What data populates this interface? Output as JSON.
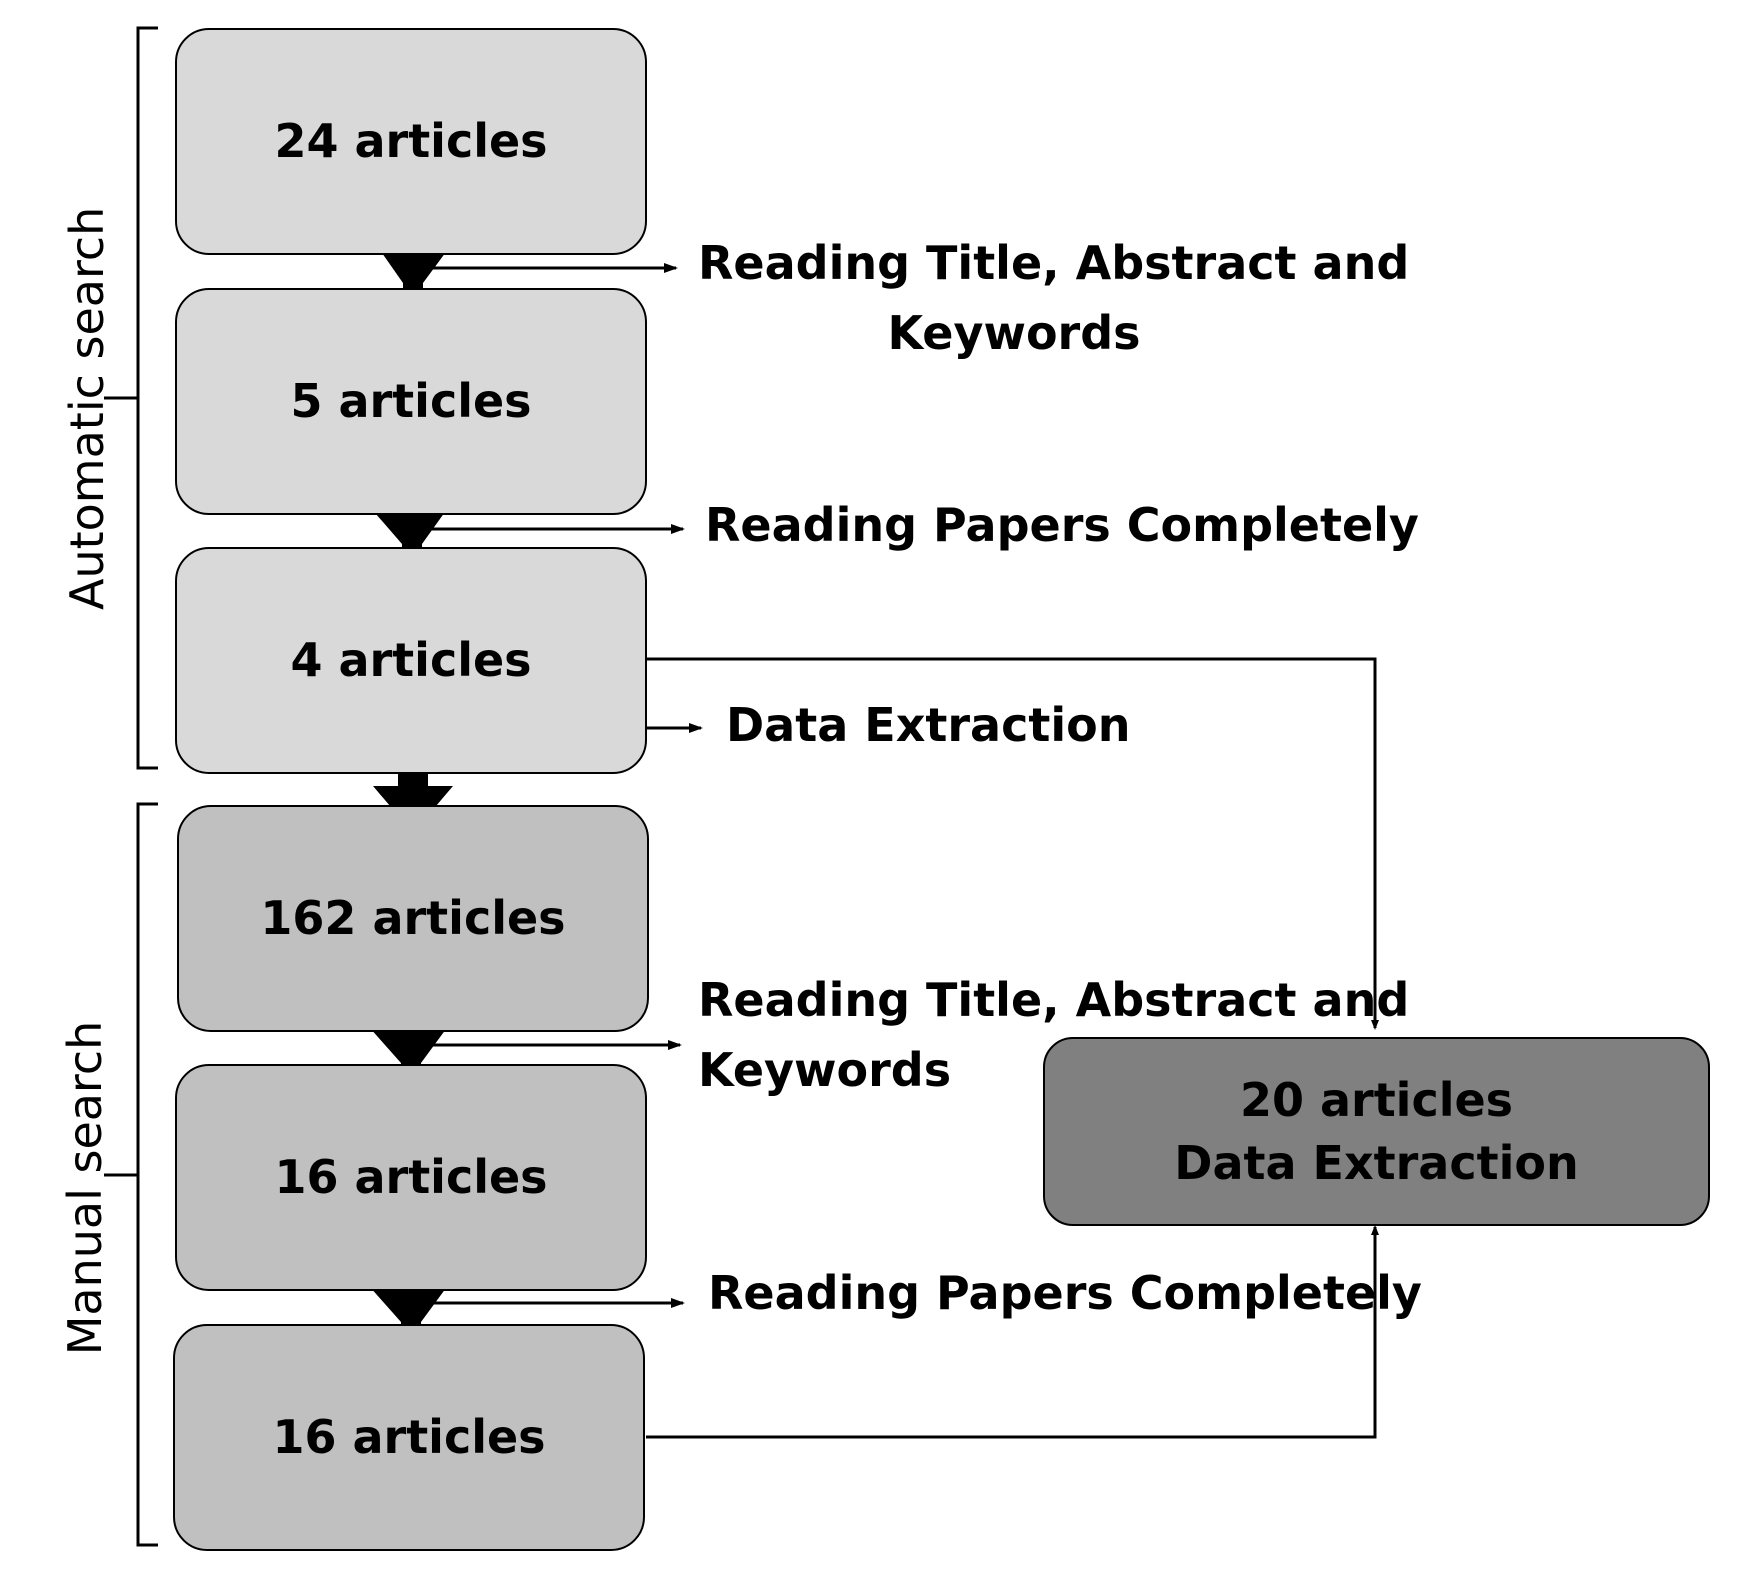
{
  "groups": {
    "automatic": {
      "label": "Automatic search"
    },
    "manual": {
      "label": "Manual search"
    }
  },
  "boxes": {
    "auto_1": "24 articles",
    "auto_2": "5 articles",
    "auto_3": "4 articles",
    "manual_1": "162 articles",
    "manual_2": "16 articles",
    "manual_3": "16 articles",
    "final_line1": "20 articles",
    "final_line2": "Data Extraction"
  },
  "steps": {
    "auto_filter_1_line1": "Reading Title, Abstract and",
    "auto_filter_1_line2": "Keywords",
    "auto_filter_2": "Reading Papers Completely",
    "auto_extraction": "Data Extraction",
    "manual_filter_1_line1": "Reading Title, Abstract and",
    "manual_filter_1_line2": "Keywords",
    "manual_filter_2": "Reading Papers Completely"
  },
  "colors": {
    "automatic_box": "#d9d9d9",
    "manual_box": "#c0c0c0",
    "final_box": "#808080",
    "lines": "#000000"
  }
}
